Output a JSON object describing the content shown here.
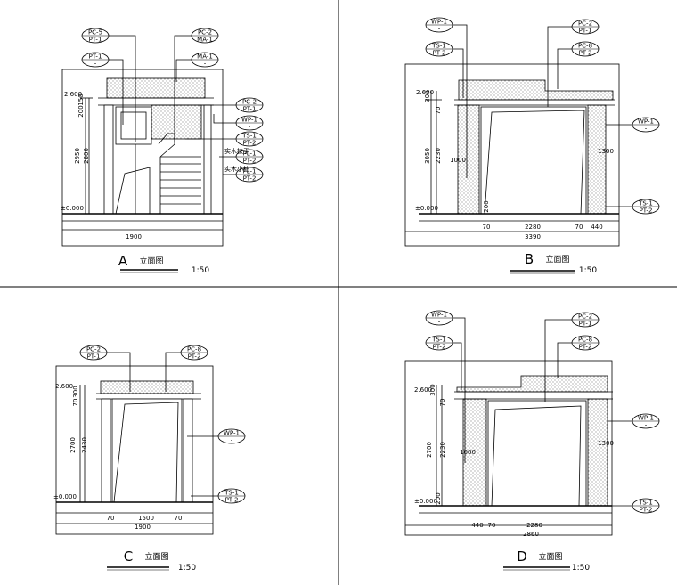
{
  "panels": [
    {
      "title_letter": "A",
      "title_cn": "立面图",
      "scale": "1:50",
      "callouts": [
        {
          "top": "PC-5",
          "bottom": "PT-1"
        },
        {
          "top": "PC-2",
          "bottom": "MA-1"
        },
        {
          "top": "PT-1",
          "bottom": "-"
        },
        {
          "top": "MA-1",
          "bottom": "-"
        },
        {
          "top": "PC-2",
          "bottom": "PT-1"
        },
        {
          "top": "WP-1",
          "bottom": "-"
        },
        {
          "top": "TS-1",
          "bottom": "PT-2"
        },
        {
          "top": "PL-1",
          "bottom": "PT-2"
        },
        {
          "top": "PL-1",
          "bottom": "PT-2"
        }
      ],
      "level_top": "2.600",
      "level_bottom": "±0.000",
      "dims_v": [
        "200",
        "150",
        "2950",
        "2800"
      ],
      "dims_h": [
        "1900"
      ],
      "notes": [
        "实木扶手",
        "实木小柱"
      ]
    },
    {
      "title_letter": "B",
      "title_cn": "立面图",
      "scale": "1:50",
      "callouts": [
        {
          "top": "WP-1",
          "bottom": "-"
        },
        {
          "top": "PC-2",
          "bottom": "PT-1"
        },
        {
          "top": "TS-1",
          "bottom": "PT-2"
        },
        {
          "top": "PC-8",
          "bottom": "PT-2"
        },
        {
          "top": "WP-1",
          "bottom": "-"
        },
        {
          "top": "TS-1",
          "bottom": "PT-2"
        }
      ],
      "level_top": "2.600",
      "level_bottom": "±0.000",
      "dims_v": [
        "300",
        "70",
        "3050",
        "2230",
        "200"
      ],
      "dims_h": [
        "70",
        "2280",
        "70",
        "440",
        "3390"
      ],
      "side_dims": [
        "1000",
        "1300"
      ]
    },
    {
      "title_letter": "C",
      "title_cn": "立面图",
      "scale": "1:50",
      "callouts": [
        {
          "top": "PC-2",
          "bottom": "PT-1"
        },
        {
          "top": "PC-8",
          "bottom": "PT-2"
        },
        {
          "top": "WP-1",
          "bottom": "-"
        },
        {
          "top": "TS-1",
          "bottom": "PT-2"
        }
      ],
      "level_top": "2.600",
      "level_bottom": "±0.000",
      "dims_v": [
        "300",
        "70",
        "2700",
        "2430"
      ],
      "dims_h": [
        "70",
        "1500",
        "70",
        "1900"
      ]
    },
    {
      "title_letter": "D",
      "title_cn": "立面图",
      "scale": "1:50",
      "callouts": [
        {
          "top": "WP-1",
          "bottom": "-"
        },
        {
          "top": "PC-2",
          "bottom": "PT-1"
        },
        {
          "top": "TS-1",
          "bottom": "PT-2"
        },
        {
          "top": "PC-8",
          "bottom": "PT-2"
        },
        {
          "top": "WP-1",
          "bottom": "-"
        },
        {
          "top": "TS-1",
          "bottom": "PT-2"
        }
      ],
      "level_top": "2.600",
      "level_bottom": "±0.000",
      "dims_v": [
        "300",
        "70",
        "2700",
        "2230",
        "200"
      ],
      "dims_h": [
        "440",
        "70",
        "2280",
        "2860"
      ],
      "side_dims": [
        "1000",
        "1300"
      ]
    }
  ]
}
